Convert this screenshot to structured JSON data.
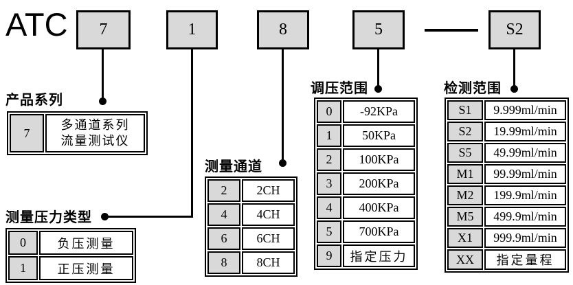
{
  "brand": "ATC",
  "segments": [
    "7",
    "1",
    "8",
    "5",
    "S2"
  ],
  "colors": {
    "box_fill": "#d9d9d9",
    "key_cell_fill": "#d9d9d9",
    "border": "#000000",
    "background": "#ffffff"
  },
  "tables": {
    "product_series": {
      "title": "产品系列",
      "rows": [
        {
          "code": "7",
          "desc1": "多通道系列",
          "desc2": "流量测试仪"
        }
      ]
    },
    "pressure_type": {
      "title": "测量压力类型",
      "rows": [
        {
          "code": "0",
          "desc": "负压测量"
        },
        {
          "code": "1",
          "desc": "正压测量"
        }
      ]
    },
    "channels": {
      "title": "测量通道",
      "rows": [
        {
          "code": "2",
          "desc": "2CH"
        },
        {
          "code": "4",
          "desc": "4CH"
        },
        {
          "code": "6",
          "desc": "6CH"
        },
        {
          "code": "8",
          "desc": "8CH"
        }
      ]
    },
    "pressure_range": {
      "title": "调压范围",
      "rows": [
        {
          "code": "0",
          "desc": "-92KPa"
        },
        {
          "code": "1",
          "desc": "50KPa"
        },
        {
          "code": "2",
          "desc": "100KPa"
        },
        {
          "code": "3",
          "desc": "200KPa"
        },
        {
          "code": "4",
          "desc": "400KPa"
        },
        {
          "code": "5",
          "desc": "700KPa"
        },
        {
          "code": "9",
          "desc": "指定压力"
        }
      ]
    },
    "detect_range": {
      "title": "检测范围",
      "rows": [
        {
          "code": "S1",
          "desc": "9.999ml/min"
        },
        {
          "code": "S2",
          "desc": "19.99ml/min"
        },
        {
          "code": "S5",
          "desc": "49.99ml/min"
        },
        {
          "code": "M1",
          "desc": "99.99ml/min"
        },
        {
          "code": "M2",
          "desc": "199.9ml/min"
        },
        {
          "code": "M5",
          "desc": "499.9ml/min"
        },
        {
          "code": "X1",
          "desc": "999.9ml/min"
        },
        {
          "code": "XX",
          "desc": "指定量程"
        }
      ]
    }
  }
}
